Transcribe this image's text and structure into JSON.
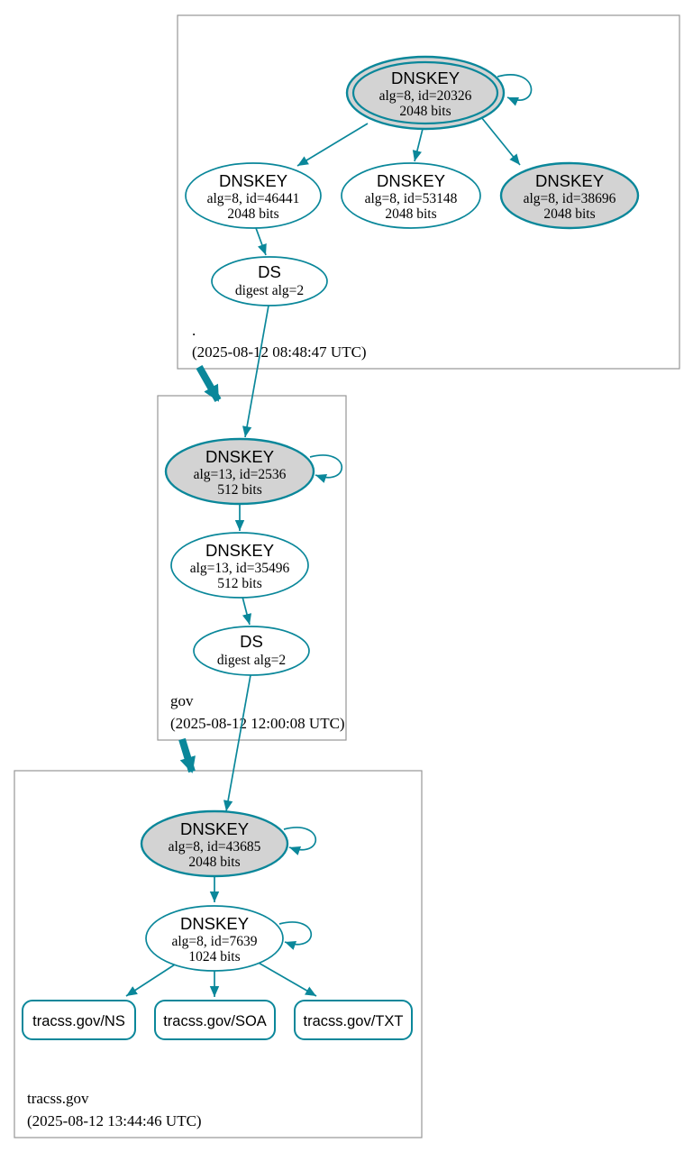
{
  "diagram_type": "dnssec-authentication-chain",
  "colors": {
    "secure_edge": "#0a879a",
    "sep_key_fill": "#d3d3d3",
    "node_fill": "#ffffff",
    "zone_box_border": "#979797",
    "text": "#000000"
  },
  "zones": [
    {
      "label": ".",
      "timestamp": "(2025-08-12 08:48:47 UTC)",
      "nodes": {
        "ksk": {
          "title": "DNSKEY",
          "meta": "alg=8, id=20326",
          "bits": "2048 bits"
        },
        "zsk1": {
          "title": "DNSKEY",
          "meta": "alg=8, id=46441",
          "bits": "2048 bits"
        },
        "zsk2": {
          "title": "DNSKEY",
          "meta": "alg=8, id=53148",
          "bits": "2048 bits"
        },
        "ksk2": {
          "title": "DNSKEY",
          "meta": "alg=8, id=38696",
          "bits": "2048 bits"
        },
        "ds": {
          "title": "DS",
          "meta": "digest alg=2"
        }
      }
    },
    {
      "label": "gov",
      "timestamp": "(2025-08-12 12:00:08 UTC)",
      "nodes": {
        "ksk": {
          "title": "DNSKEY",
          "meta": "alg=13, id=2536",
          "bits": "512 bits"
        },
        "zsk": {
          "title": "DNSKEY",
          "meta": "alg=13, id=35496",
          "bits": "512 bits"
        },
        "ds": {
          "title": "DS",
          "meta": "digest alg=2"
        }
      }
    },
    {
      "label": "tracss.gov",
      "timestamp": "(2025-08-12 13:44:46 UTC)",
      "nodes": {
        "ksk": {
          "title": "DNSKEY",
          "meta": "alg=8, id=43685",
          "bits": "2048 bits"
        },
        "zsk": {
          "title": "DNSKEY",
          "meta": "alg=8, id=7639",
          "bits": "1024 bits"
        },
        "rrsets": [
          {
            "label": "tracss.gov/NS"
          },
          {
            "label": "tracss.gov/SOA"
          },
          {
            "label": "tracss.gov/TXT"
          }
        ]
      }
    }
  ]
}
